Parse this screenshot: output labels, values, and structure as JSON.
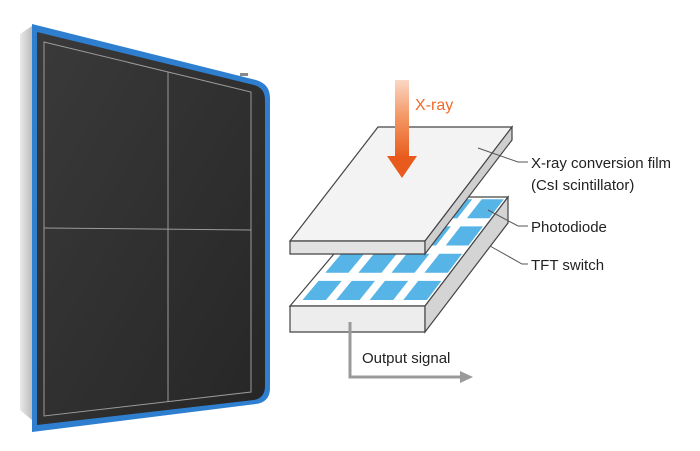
{
  "colors": {
    "detector_frame": "#2f7fd0",
    "detector_panel": "#2d2d2d",
    "xray_arrow": "#ef6a2a",
    "photodiode": "#56b4e6",
    "output_arrow": "#9a9a9a"
  },
  "icons": {
    "xray_arrow": "down-arrow-icon",
    "output_arrow": "right-angle-arrow-icon"
  },
  "diagram": {
    "xray_label": "X-ray",
    "conversion_film_label_line1": "X-ray conversion film",
    "conversion_film_label_line2": "(CsI scintillator)",
    "photodiode_label": "Photodiode",
    "tft_switch_label": "TFT switch",
    "output_signal_label": "Output signal"
  }
}
